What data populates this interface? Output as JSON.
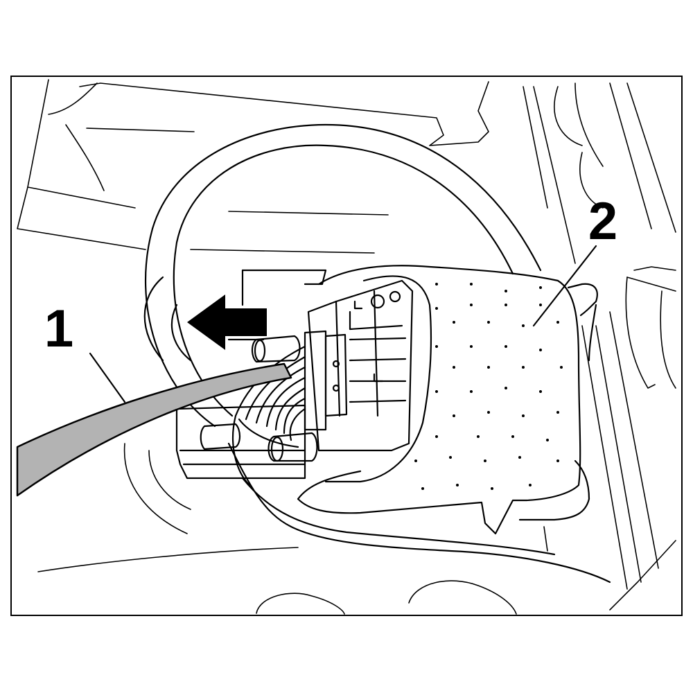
{
  "callouts": [
    {
      "id": "1",
      "label": "1"
    },
    {
      "id": "2",
      "label": "2"
    }
  ],
  "colors": {
    "line": "#000000",
    "background": "#ffffff",
    "cable_fill": "#b3b3b3",
    "arrow_fill": "#000000"
  }
}
